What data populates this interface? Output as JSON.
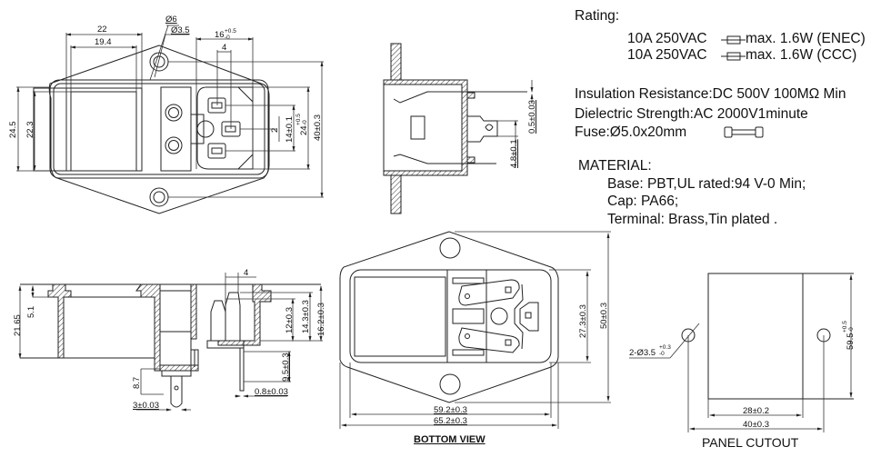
{
  "specs": {
    "rating_label": "Rating:",
    "rating_lines": [
      {
        "current_voltage": "10A 250VAC",
        "fuse_icon": "fuse-symbol-icon",
        "power": "max. 1.6W (ENEC)"
      },
      {
        "current_voltage": "10A 250VAC",
        "fuse_icon": "fuse-symbol-icon",
        "power": "max. 1.6W (CCC)"
      }
    ],
    "insulation": "Insulation Resistance:DC 500V 100MΩ  Min",
    "dielectric": "Dielectric Strength:AC 2000V1minute",
    "fuse": "Fuse:Ø5.0x20mm",
    "fuse_icon": "fuse-cartridge-icon",
    "material_label": "MATERIAL:",
    "material_lines": [
      "Base: PBT,UL rated:94 V-0 Min;",
      "Cap: PA66;",
      "Terminal: Brass,Tin plated ."
    ]
  },
  "top_view": {
    "dims": {
      "d_outer_hole": "Ø6",
      "d_inner_hole": "Ø3.5",
      "width_22": "22",
      "width_19_4": "19.4",
      "width_16": "16",
      "width_16_tol_upper": "+0.5",
      "width_16_tol_lower": "-0",
      "pin_spacing_4": "4",
      "height_24_5": "24.5",
      "height_22_3": "22.3",
      "offset_2": "2",
      "height_14": "14±0.1",
      "height_24": "24",
      "height_24_tol_upper": "+0.5",
      "height_24_tol_lower": "-0",
      "height_40": "40±0.3"
    }
  },
  "side_section": {
    "dims": {
      "thickness": "0.5±0.03",
      "tab_width": "4.8±0.1"
    }
  },
  "front_section": {
    "dims": {
      "height_21_65": "21.65",
      "flange_5_1": "5.1",
      "pin_spacing_4": "4",
      "height_12": "12±0.3",
      "height_14_3": "14.3±0.3",
      "height_16_2": "16.2±0.3",
      "depth_8_7": "8.7",
      "tab_3": "3±0.03",
      "height_9_5": "9.5±0.3",
      "pin_0_8": "0.8±0.03"
    }
  },
  "bottom_view": {
    "title": "BOTTOM VIEW",
    "dims": {
      "height_27_3": "27.3±0.3",
      "height_50": "50±0.3",
      "width_59_2": "59.2±0.3",
      "width_65_2": "65.2±0.3"
    }
  },
  "panel_cutout": {
    "title": "PANEL CUTOUT",
    "dims": {
      "holes": "2-Ø3.5",
      "holes_tol_upper": "+0.3",
      "holes_tol_lower": "-0",
      "width_28": "28±0.2",
      "width_40": "40±0.3",
      "height_59_5": "59.5",
      "height_tol_upper": "+0.5",
      "height_tol_lower": "-0"
    }
  }
}
